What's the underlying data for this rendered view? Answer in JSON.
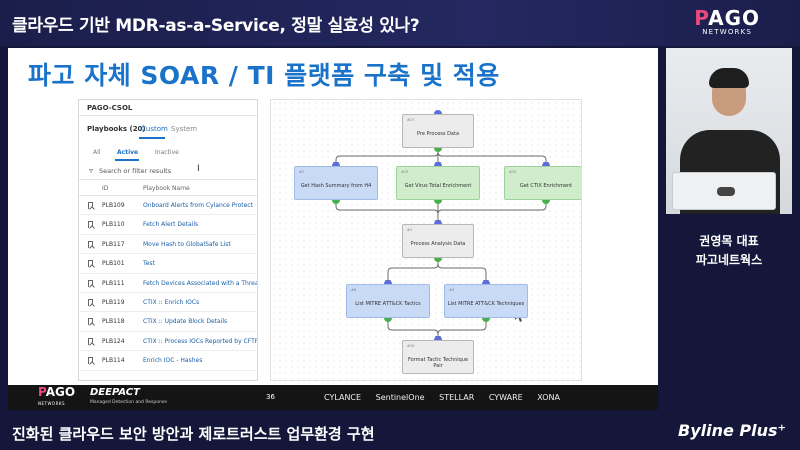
{
  "header": {
    "title": "클라우드 기반 MDR-as-a-Service, 정말 실효성 있나?"
  },
  "brand": {
    "logo_main": "AGO",
    "logo_prefix": "P",
    "logo_sub": "NETWORKS"
  },
  "slide": {
    "title": "파고 자체 SOAR / TI 플랫폼 구축 및 적용",
    "page_number": "36",
    "playbooks": {
      "org": "PAGO-CSOL",
      "count_label": "Playbooks (20)",
      "tab_custom": "Custom",
      "tab_system": "System",
      "filter_all": "All",
      "filter_active": "Active",
      "filter_inactive": "Inactive",
      "search_placeholder": "Search or filter results",
      "col_id": "ID",
      "col_name": "Playbook Name",
      "rows": [
        {
          "id": "PLB109",
          "name": "Onboard Alerts from Cylance Protect"
        },
        {
          "id": "PLB110",
          "name": "Fetch Alert Details"
        },
        {
          "id": "PLB117",
          "name": "Move Hash to GlobalSafe List"
        },
        {
          "id": "PLB101",
          "name": "Test"
        },
        {
          "id": "PLB111",
          "name": "Fetch Devices Associated with a Threat"
        },
        {
          "id": "PLB119",
          "name": "CTIX :: Enrich IOCs"
        },
        {
          "id": "PLB118",
          "name": "CTIX :: Update Block Details"
        },
        {
          "id": "PLB124",
          "name": "CTIX :: Process IOCs Reported by CFTR"
        },
        {
          "id": "PLB114",
          "name": "Enrich IOC - Hashes"
        }
      ]
    },
    "flow": {
      "nodes": [
        {
          "no": "#17",
          "label": "Pre Process Data"
        },
        {
          "no": "#1",
          "label": "Get Hash Summary from H4"
        },
        {
          "no": "#13",
          "label": "Get Virus Total Enrichment"
        },
        {
          "no": "#15",
          "label": "Get CTIX Enrichment"
        },
        {
          "no": "#2",
          "label": "Process Analysis Data"
        },
        {
          "no": "#6",
          "label": "List MITRE ATT&CK Tactics"
        },
        {
          "no": "#4",
          "label": "List MITRE ATT&CK Techniques"
        },
        {
          "no": "#10",
          "label": "Format Tactic Technique Pair"
        }
      ]
    },
    "footer": {
      "pago": "AGO",
      "pago_prefix": "P",
      "pago_sub": "NETWORKS",
      "deepact": "DEEPACT",
      "deepact_sub": "Managed Detection and Response",
      "vendors": [
        "CYLANCE",
        "SentinelOne",
        "STELLAR",
        "CYWARE",
        "XONA"
      ]
    }
  },
  "speaker": {
    "name": "권영목 대표",
    "org": "파고네트웍스"
  },
  "bottom": {
    "title": "진화된 클라우드 보안 방안과 제로트러스트 업무환경 구현",
    "brand": "Byline Plus⁺"
  }
}
